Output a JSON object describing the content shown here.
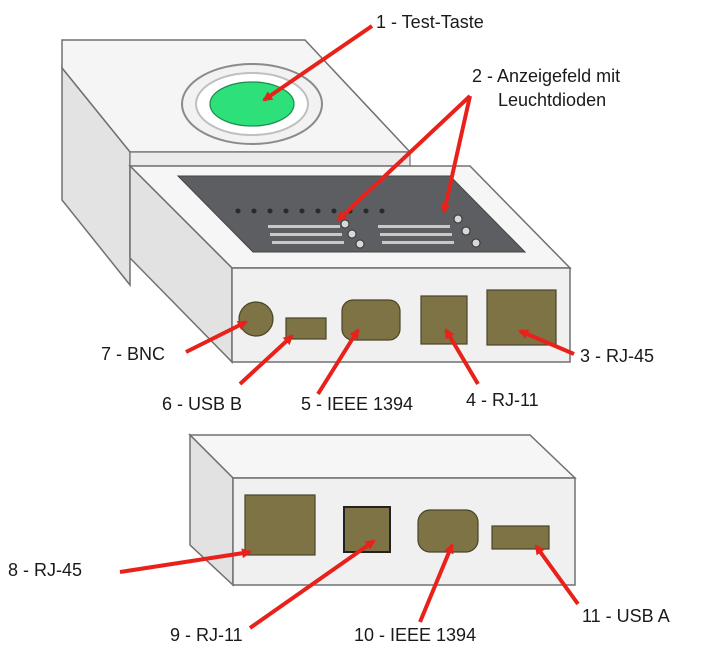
{
  "labels": {
    "l1": "1 - Test-Taste",
    "l2_line1": "2 - Anzeigefeld mit",
    "l2_line2": "Leuchtdioden",
    "l3": "3 - RJ-45",
    "l4": "4 - RJ-11",
    "l5": "5 - IEEE 1394",
    "l6": "6 - USB B",
    "l7": "7 - BNC",
    "l8": "8 - RJ-45",
    "l9": "9 - RJ-11",
    "l10": "10 - IEEE 1394",
    "l11": "11 - USB A"
  },
  "colors": {
    "arrow": "#e8211b",
    "port": "#7d7345",
    "port_outline": "#4a4428",
    "body_light": "#f4f4f4",
    "body_shade": "#e2e2e2",
    "outline": "#707070",
    "panel": "#5c5e62",
    "button": "#2ee07a"
  }
}
